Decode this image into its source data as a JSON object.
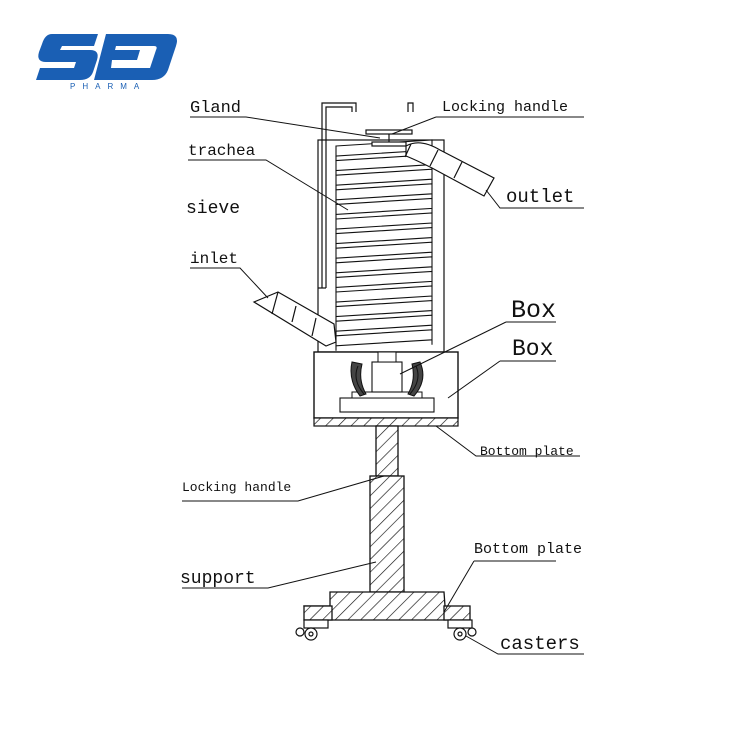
{
  "brand": {
    "logo_text": "SED",
    "logo_sub": "PHARMA",
    "color": "#1a5fb4"
  },
  "labels": {
    "gland": "Gland",
    "locking_handle_top": "Locking handle",
    "trachea": "trachea",
    "sieve": "sieve",
    "outlet": "outlet",
    "inlet": "inlet",
    "box_1": "Box",
    "box_2": "Box",
    "bottom_plate_1": "Bottom plate",
    "locking_handle_mid": "Locking handle",
    "bottom_plate_2": "Bottom plate",
    "support": "support",
    "casters": "casters"
  }
}
